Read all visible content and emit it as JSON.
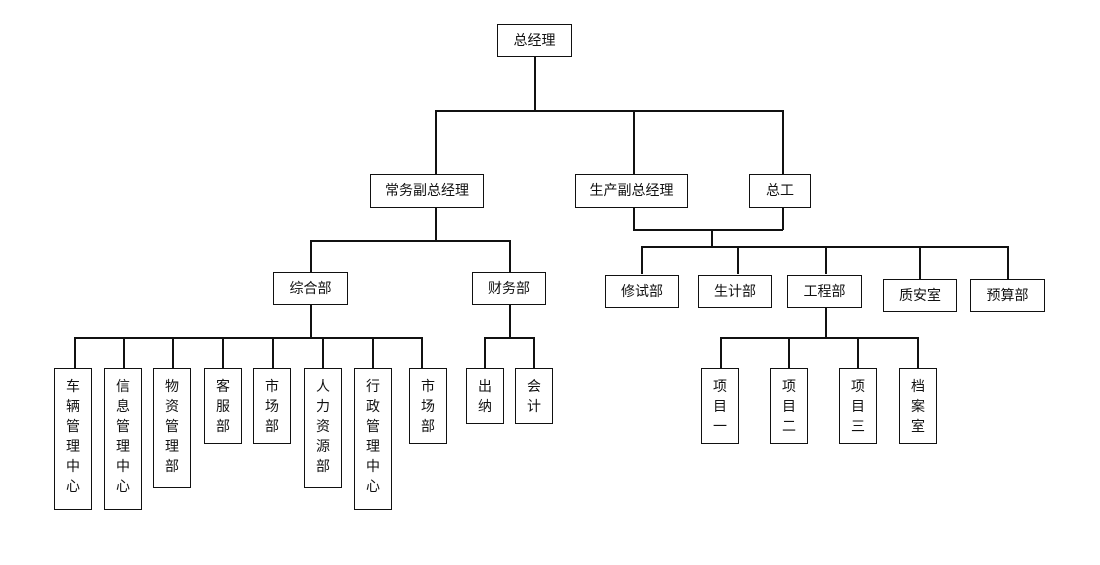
{
  "nodes": {
    "general_manager": "总经理",
    "executive_vp": "常务副总经理",
    "production_vp": "生产副总经理",
    "chief_engineer": "总工",
    "general_dept": "综合部",
    "finance_dept": "财务部",
    "repair_dept": "修试部",
    "production_plan_dept": "生计部",
    "engineering_dept": "工程部",
    "quality_safety_office": "质安室",
    "budget_dept": "预算部",
    "vehicle_center": "车辆管理中心",
    "it_center": "信息管理中心",
    "materials_dept": "物资管理部",
    "customer_service_dept": "客服部",
    "market_dept_1": "市场部",
    "hr_dept": "人力资源部",
    "admin_center": "行政管理中心",
    "market_dept_2": "市场部",
    "cashier": "出纳",
    "accounting": "会计",
    "project_1": "项目一",
    "project_2": "项目二",
    "project_3": "项目三",
    "archive_office": "档案室"
  }
}
